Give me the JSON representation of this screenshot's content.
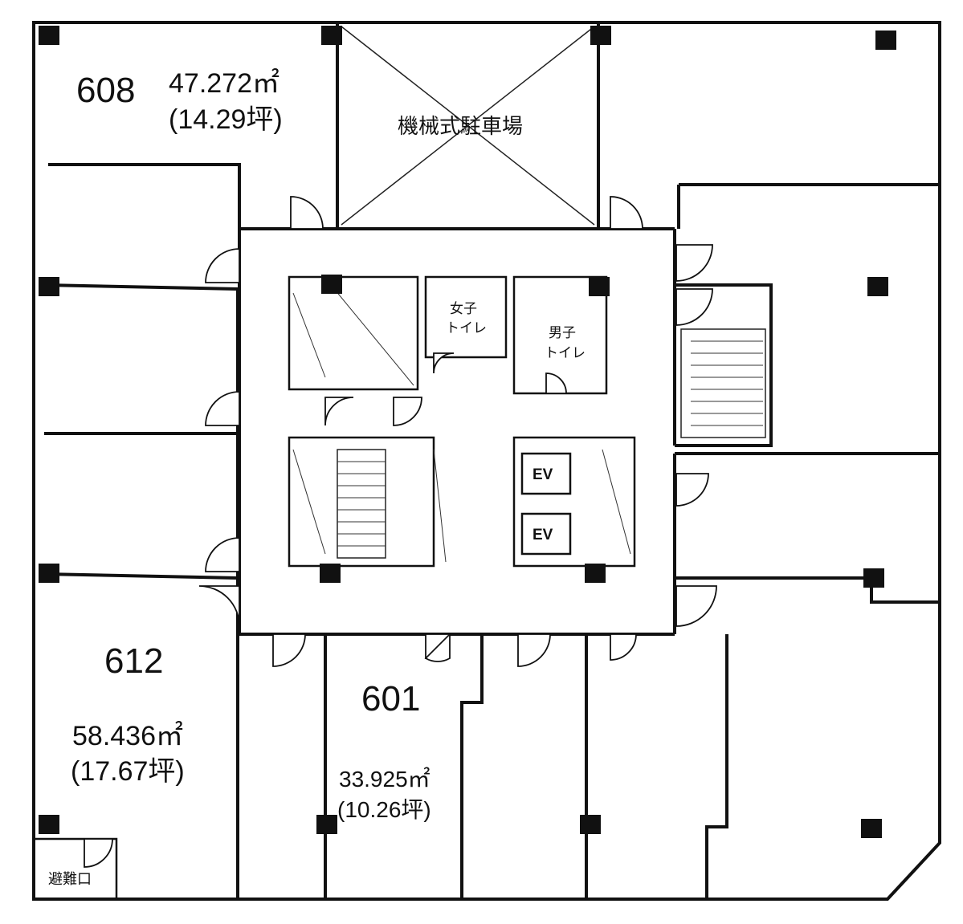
{
  "units": [
    {
      "id": "608",
      "area_m2": "47.272㎡",
      "area_tsubo": "(14.29坪)"
    },
    {
      "id": "612",
      "area_m2": "58.436㎡",
      "area_tsubo": "(17.67坪)"
    },
    {
      "id": "601",
      "area_m2": "33.925㎡",
      "area_tsubo": "(10.26坪)"
    }
  ],
  "labels": {
    "parking": "機械式駐車場",
    "womens_restroom": [
      "女子",
      "トイレ"
    ],
    "mens_restroom": [
      "男子",
      "トイレ"
    ],
    "elevator": "EV",
    "emergency_exit": "避難口"
  },
  "colors": {
    "wall": "#111111",
    "background": "#ffffff"
  }
}
